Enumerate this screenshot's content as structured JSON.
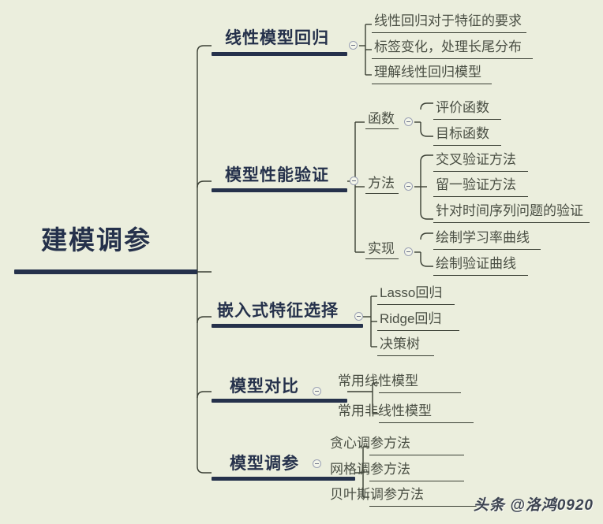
{
  "background_color": "#ebeedd",
  "accent_color": "#25314b",
  "text_color": "#4a4f44",
  "line_color": "#3a3f34",
  "root": {
    "label": "建模调参"
  },
  "watermark": {
    "text": "头条 @洛鸿0920"
  },
  "toggle": {
    "state": "expanded",
    "glyph": "minus"
  },
  "branches": [
    {
      "label": "线性模型回归",
      "children": [
        {
          "label": "线性回归对于特征的要求"
        },
        {
          "label": "标签变化，处理长尾分布"
        },
        {
          "label": "理解线性回归模型"
        }
      ]
    },
    {
      "label": "模型性能验证",
      "groups": [
        {
          "label": "函数",
          "children": [
            {
              "label": "评价函数"
            },
            {
              "label": "目标函数"
            }
          ]
        },
        {
          "label": "方法",
          "children": [
            {
              "label": "交叉验证方法"
            },
            {
              "label": "留一验证方法"
            },
            {
              "label": "针对时间序列问题的验证"
            }
          ]
        },
        {
          "label": "实现",
          "children": [
            {
              "label": "绘制学习率曲线"
            },
            {
              "label": "绘制验证曲线"
            }
          ]
        }
      ]
    },
    {
      "label": "嵌入式特征选择",
      "children": [
        {
          "label": "Lasso回归"
        },
        {
          "label": "Ridge回归"
        },
        {
          "label": "决策树"
        }
      ]
    },
    {
      "label": "模型对比",
      "children": [
        {
          "label": "常用线性模型"
        },
        {
          "label": "常用非线性模型"
        }
      ]
    },
    {
      "label": "模型调参",
      "children": [
        {
          "label": "贪心调参方法"
        },
        {
          "label": "网格调参方法"
        },
        {
          "label": "贝叶斯调参方法"
        }
      ]
    }
  ]
}
